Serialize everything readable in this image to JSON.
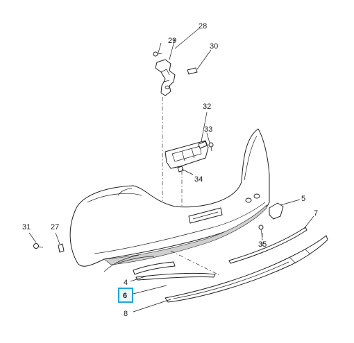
{
  "diagram": {
    "callouts": {
      "c28": "28",
      "c29": "29",
      "c30": "30",
      "c32": "32",
      "c33": "33",
      "c34": "34",
      "c5": "5",
      "c7": "7",
      "c35": "35",
      "c31": "31",
      "c27": "27",
      "c4": "4",
      "c6": "6",
      "c8": "8"
    },
    "highlighted_callout": "6",
    "highlight_color": "#1ea5dd"
  }
}
